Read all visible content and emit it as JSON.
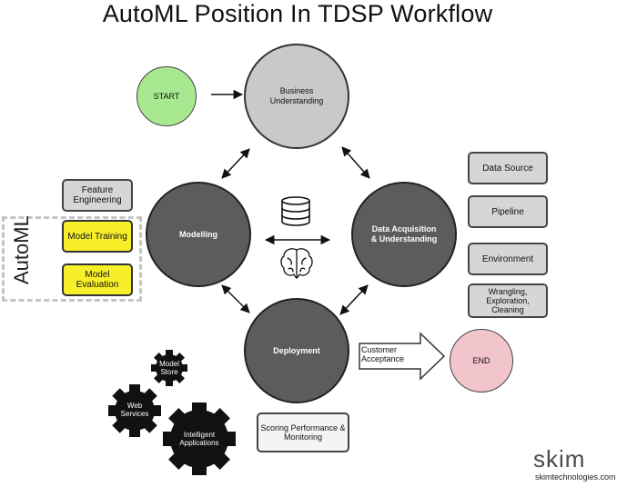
{
  "title": "AutoML Position In TDSP Workflow",
  "nodes": {
    "start": "START",
    "business": "Business Understanding",
    "modelling": "Modelling",
    "data_acquisition": "Data Acquisition & Understanding",
    "deployment": "Deployment",
    "end": "END"
  },
  "left_boxes": {
    "feature_engineering": "Feature Engineering",
    "model_training": "Model Training",
    "model_evaluation": "Model Evaluation"
  },
  "automl_label": "AutoML",
  "right_boxes": {
    "data_source": "Data Source",
    "pipeline": "Pipeline",
    "environment": "Environment",
    "wrangling": "Wrangling, Exploration, Cleaning"
  },
  "scoring_box": "Scoring Performance & Monitoring",
  "customer_acceptance": "Customer Acceptance",
  "gears": {
    "model_store": "Model Store",
    "web_services": "Web Services",
    "intelligent_applications": "Intelligent Applications"
  },
  "logo": {
    "brand": "skim",
    "url": "skimtechnologies.com"
  },
  "colors": {
    "start_fill": "#a8e890",
    "end_fill": "#f2c4cc",
    "dark_circle": "#5c5c5c",
    "light_circle": "#c9c9c9",
    "automl_box": "#f7ef2a",
    "gray_box": "#d6d6d6"
  },
  "icons": [
    "database-icon",
    "brain-icon",
    "gear-icon"
  ]
}
